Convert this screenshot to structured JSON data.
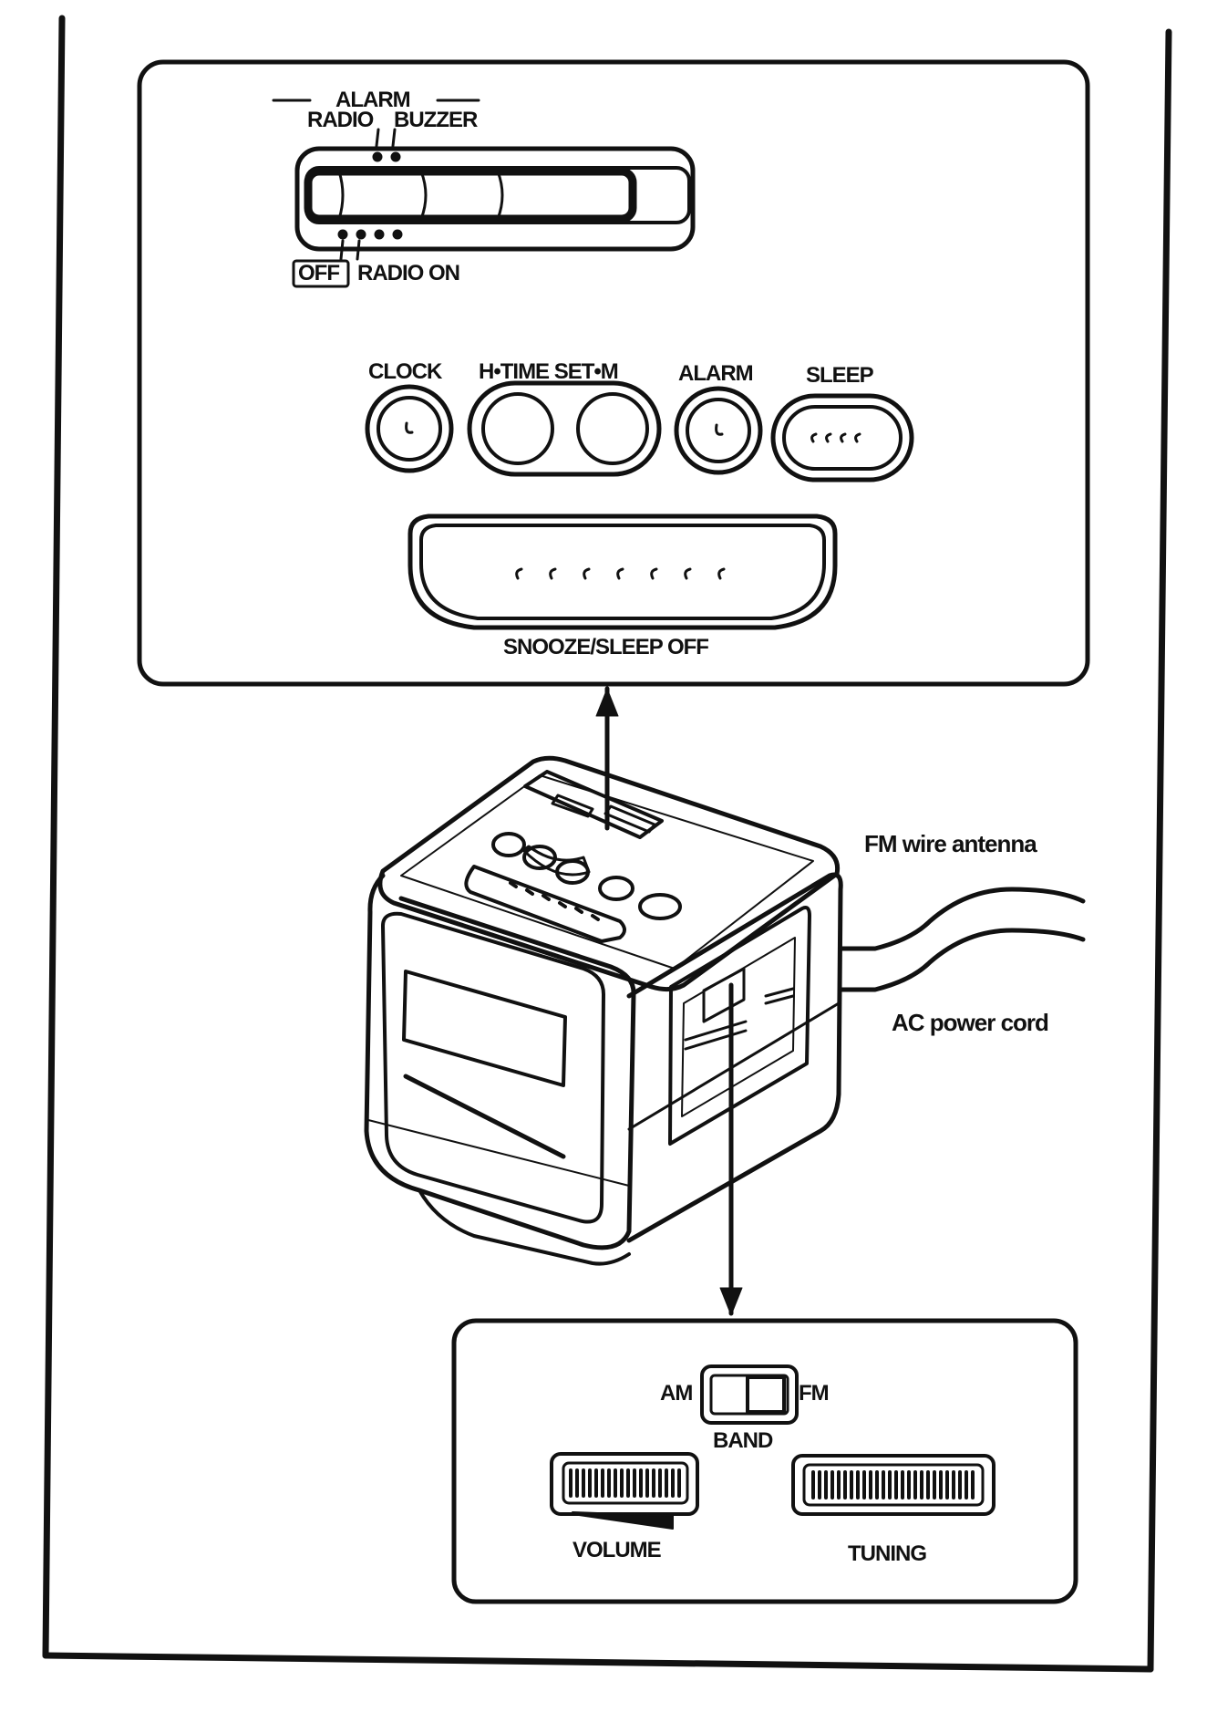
{
  "alarm_switch": {
    "group_label": "ALARM",
    "radio_label": "RADIO",
    "buzzer_label": "BUZZER",
    "off_label": "OFF",
    "radio_on_label": "RADIO ON"
  },
  "top_buttons": {
    "clock": "CLOCK",
    "time_set": "H•TIME SET•M",
    "alarm": "ALARM",
    "sleep": "SLEEP"
  },
  "snooze_label": "SNOOZE/SLEEP OFF",
  "callouts": {
    "fm_antenna": "FM wire antenna",
    "ac_cord": "AC power cord"
  },
  "side_panel": {
    "am": "AM",
    "fm": "FM",
    "band": "BAND",
    "volume": "VOLUME",
    "tuning": "TUNING"
  },
  "colors": {
    "ink": "#111111",
    "paper": "#ffffff"
  }
}
